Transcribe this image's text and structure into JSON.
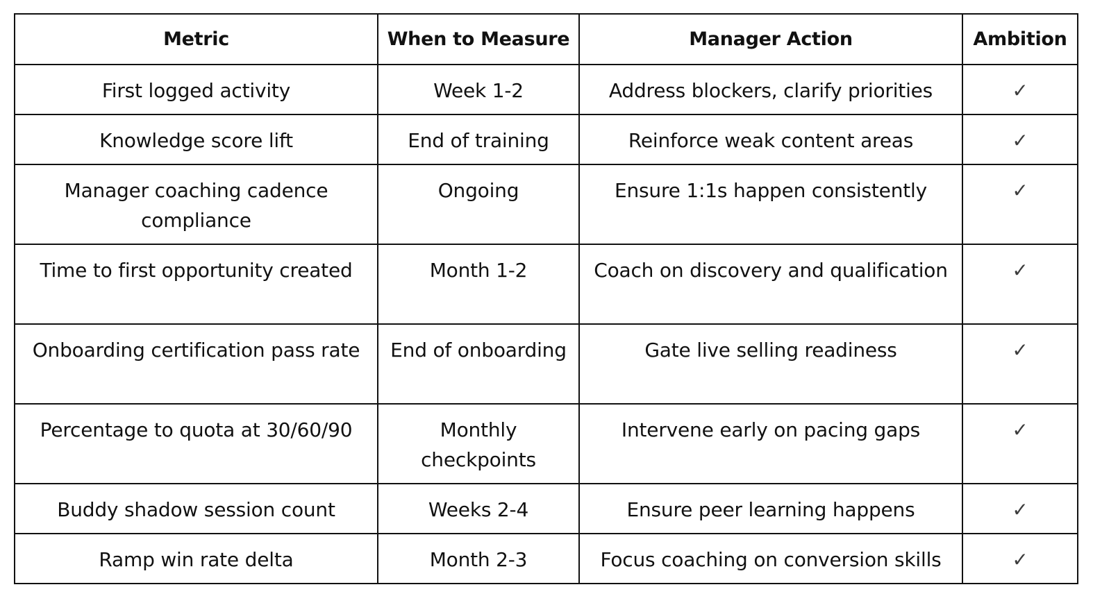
{
  "table": {
    "headers": [
      "Metric",
      "When to Measure",
      "Manager Action",
      "Ambition"
    ],
    "rows": [
      {
        "metric": "First logged activity",
        "when": "Week 1-2",
        "action": "Address blockers, clarify priorities",
        "ambition": "✓"
      },
      {
        "metric": "Knowledge score lift",
        "when": "End of training",
        "action": "Reinforce weak content areas",
        "ambition": "✓"
      },
      {
        "metric": "Manager coaching cadence compliance",
        "when": "Ongoing",
        "action": "Ensure 1:1s happen consistently",
        "ambition": "✓"
      },
      {
        "metric": "Time to first opportunity created",
        "when": "Month 1-2",
        "action": "Coach on discovery and qualification",
        "ambition": "✓"
      },
      {
        "metric": "Onboarding certification pass rate",
        "when": "End of onboarding",
        "action": "Gate live selling readiness",
        "ambition": "✓"
      },
      {
        "metric": "Percentage to quota at 30/60/90",
        "when": "Monthly checkpoints",
        "action": "Intervene early on pacing gaps",
        "ambition": "✓"
      },
      {
        "metric": "Buddy shadow session count",
        "when": "Weeks 2-4",
        "action": "Ensure peer learning happens",
        "ambition": "✓"
      },
      {
        "metric": "Ramp win rate delta",
        "when": "Month 2-3",
        "action": "Focus coaching on conversion skills",
        "ambition": "✓"
      }
    ]
  }
}
